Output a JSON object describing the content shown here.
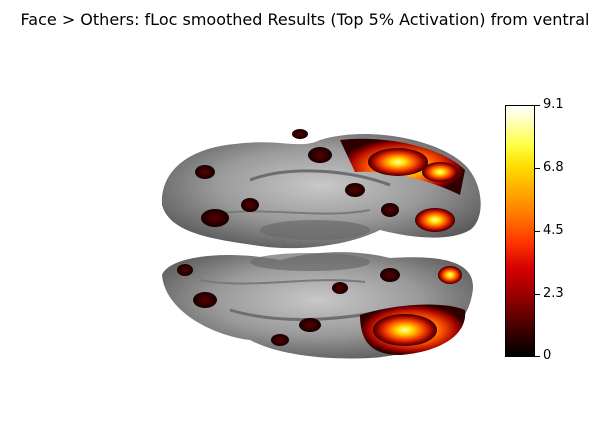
{
  "title": "Face > Others: fLoc smoothed Results (Top 5% Activation) from ventral",
  "colorbar": {
    "colormap": "hot",
    "ticks": [
      "9.1",
      "6.8",
      "4.5",
      "2.3",
      "0"
    ]
  }
}
